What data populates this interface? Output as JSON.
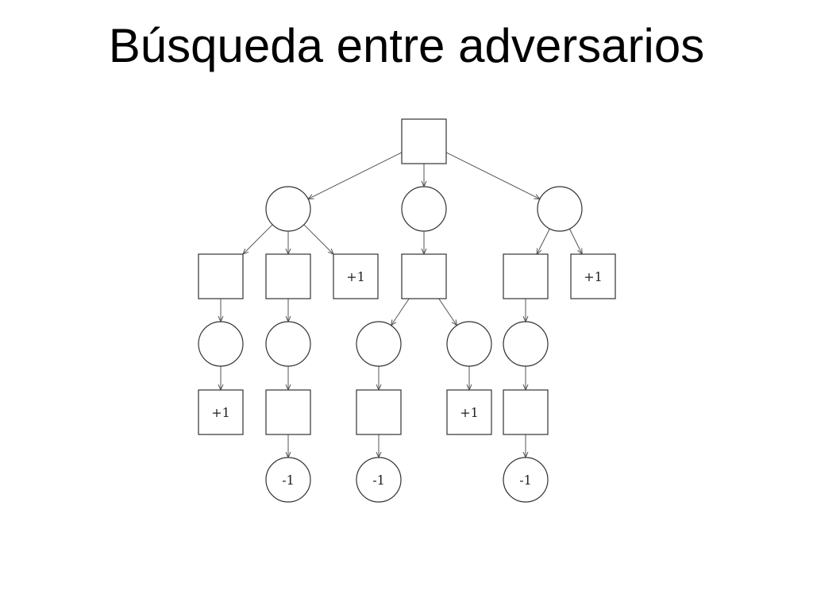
{
  "slide": {
    "title": "Búsqueda entre adversarios"
  },
  "tree": {
    "nodes": [
      {
        "id": "root",
        "shape": "square",
        "label": ""
      },
      {
        "id": "c1",
        "shape": "circle",
        "label": ""
      },
      {
        "id": "c2",
        "shape": "circle",
        "label": ""
      },
      {
        "id": "c3",
        "shape": "circle",
        "label": ""
      },
      {
        "id": "s1",
        "shape": "square",
        "label": ""
      },
      {
        "id": "s2",
        "shape": "square",
        "label": ""
      },
      {
        "id": "s3",
        "shape": "square",
        "label": "+1"
      },
      {
        "id": "s4",
        "shape": "square",
        "label": ""
      },
      {
        "id": "s5",
        "shape": "square",
        "label": ""
      },
      {
        "id": "s6",
        "shape": "square",
        "label": "+1"
      },
      {
        "id": "c4",
        "shape": "circle",
        "label": ""
      },
      {
        "id": "c5",
        "shape": "circle",
        "label": ""
      },
      {
        "id": "c6",
        "shape": "circle",
        "label": ""
      },
      {
        "id": "c7",
        "shape": "circle",
        "label": ""
      },
      {
        "id": "c8",
        "shape": "circle",
        "label": ""
      },
      {
        "id": "s7",
        "shape": "square",
        "label": "+1"
      },
      {
        "id": "s8",
        "shape": "square",
        "label": ""
      },
      {
        "id": "s9",
        "shape": "square",
        "label": ""
      },
      {
        "id": "s10",
        "shape": "square",
        "label": "+1"
      },
      {
        "id": "s11",
        "shape": "square",
        "label": ""
      },
      {
        "id": "c9",
        "shape": "circle",
        "label": "-1"
      },
      {
        "id": "c10",
        "shape": "circle",
        "label": "-1"
      },
      {
        "id": "c11",
        "shape": "circle",
        "label": "-1"
      }
    ],
    "edges": [
      [
        "root",
        "c1"
      ],
      [
        "root",
        "c2"
      ],
      [
        "root",
        "c3"
      ],
      [
        "c1",
        "s1"
      ],
      [
        "c1",
        "s2"
      ],
      [
        "c1",
        "s3"
      ],
      [
        "c2",
        "s4"
      ],
      [
        "c3",
        "s5"
      ],
      [
        "c3",
        "s6"
      ],
      [
        "s1",
        "c4"
      ],
      [
        "s2",
        "c5"
      ],
      [
        "s4",
        "c6"
      ],
      [
        "s4",
        "c7"
      ],
      [
        "s5",
        "c8"
      ],
      [
        "c4",
        "s7"
      ],
      [
        "c5",
        "s8"
      ],
      [
        "c6",
        "s9"
      ],
      [
        "c7",
        "s10"
      ],
      [
        "c8",
        "s11"
      ],
      [
        "s8",
        "c9"
      ],
      [
        "s9",
        "c10"
      ],
      [
        "s11",
        "c11"
      ]
    ]
  }
}
